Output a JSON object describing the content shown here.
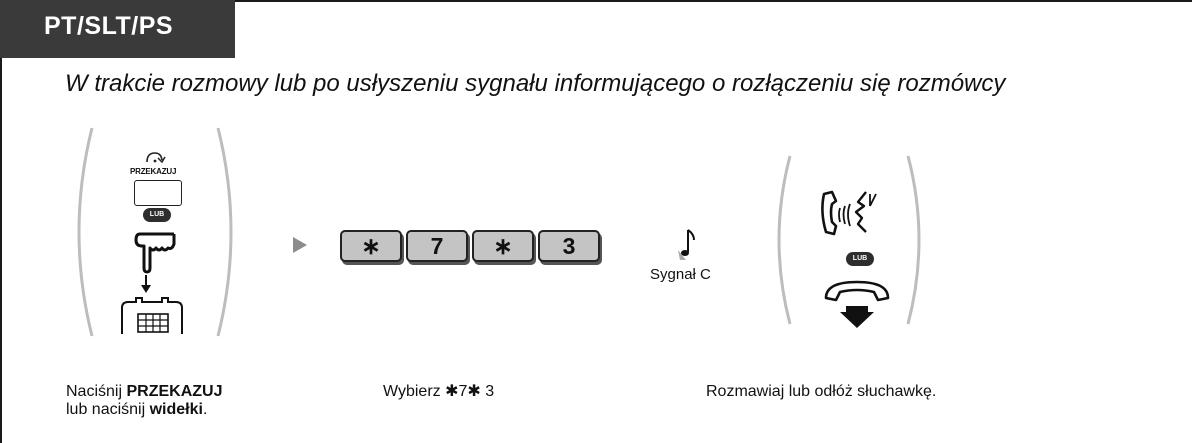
{
  "header": {
    "tab_label": "PT/SLT/PS"
  },
  "subtitle": "W trakcie rozmowy lub po usłyszeniu sygnału informującego o rozłączeniu się rozmówcy",
  "step1": {
    "button_label": "PRZEKAZUJ",
    "or_badge": "LUB",
    "text_prefix": "Naciśnij ",
    "text_bold1": "PRZEKAZUJ",
    "text_line2_prefix": "lub naciśnij ",
    "text_bold2": "widełki",
    "text_suffix": "."
  },
  "step2": {
    "keys": [
      "∗",
      "7",
      "∗",
      "3"
    ],
    "text": "Wybierz ✱7✱ 3"
  },
  "step3": {
    "tone_label": "Sygnał C",
    "or_badge": "LUB",
    "text": "Rozmawiaj lub odłóż słuchawkę."
  }
}
